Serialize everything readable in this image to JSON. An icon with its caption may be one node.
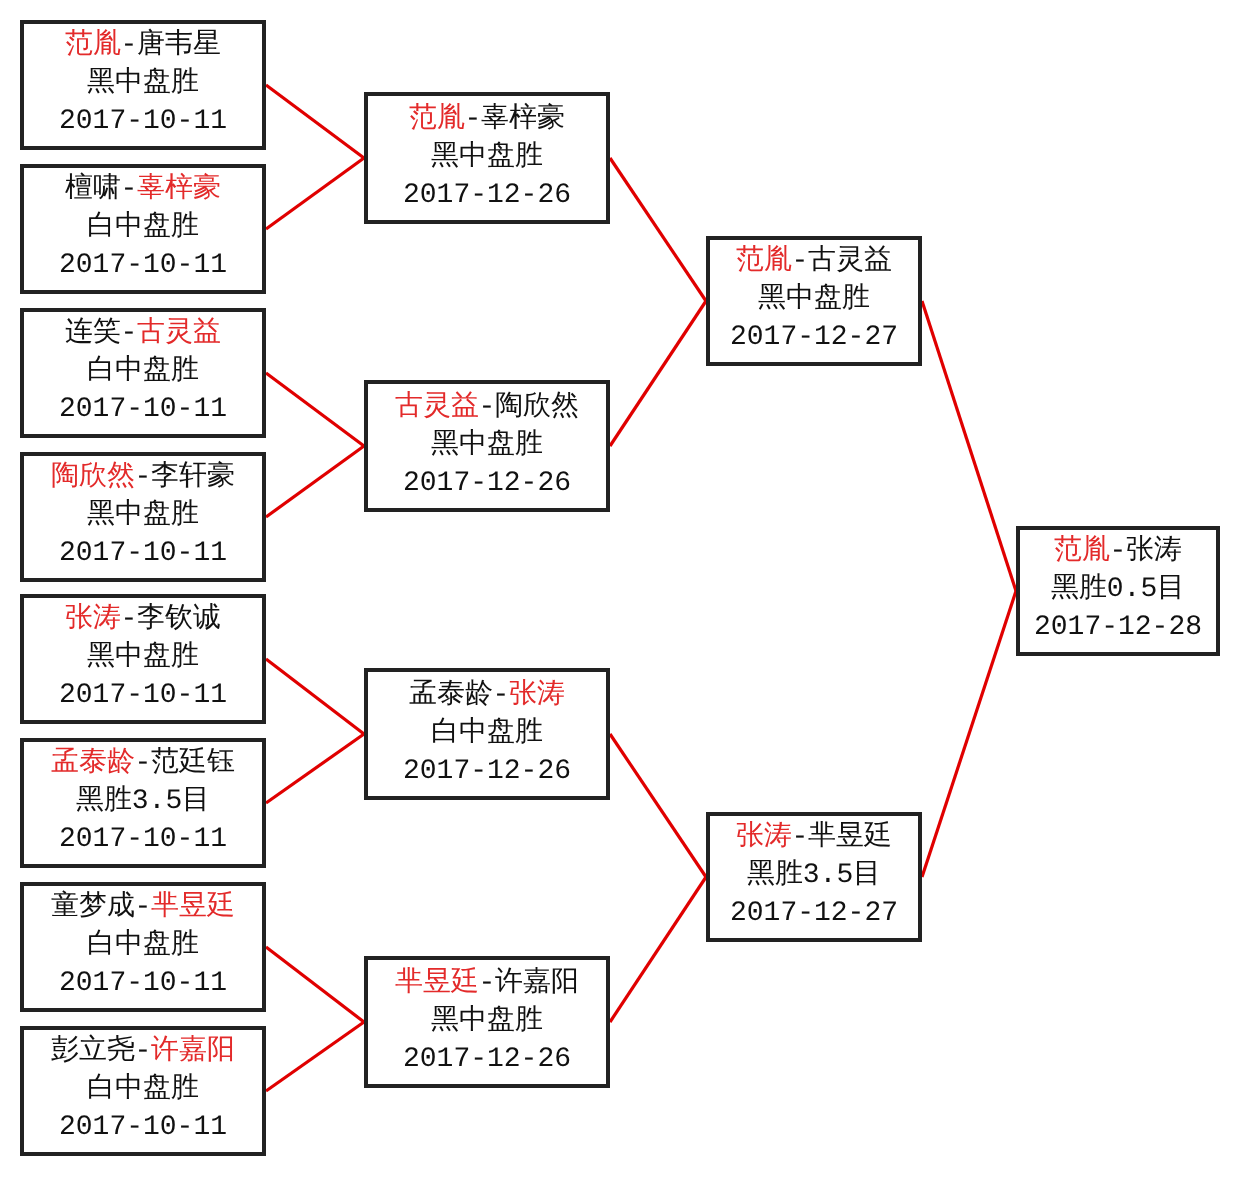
{
  "diagram": {
    "nodes": [
      {
        "text": [
          "*范胤*-唐韦星",
          "黑中盘胜",
          "2017-10-11"
        ]
      },
      {
        "text": [
          "檀啸-*辜梓豪*",
          "白中盘胜",
          "2017-10-11"
        ]
      },
      {
        "text": [
          "连笑-*古灵益*",
          "白中盘胜",
          "2017-10-11"
        ]
      },
      {
        "text": [
          "*陶欣然*-李轩豪",
          "黑中盘胜",
          "2017-10-11"
        ]
      },
      {
        "text": [
          "*张涛*-李钦诚",
          "黑中盘胜",
          "2017-10-11"
        ]
      },
      {
        "text": [
          "*孟泰龄*-范廷钰",
          "黑胜3.5目",
          "2017-10-11"
        ]
      },
      {
        "text": [
          "童梦成-*芈昱廷*",
          "白中盘胜",
          "2017-10-11"
        ]
      },
      {
        "text": [
          "彭立尧-*许嘉阳*",
          "白中盘胜",
          "2017-10-11"
        ]
      },
      {
        "text": [
          "*范胤*-辜梓豪",
          "黑中盘胜",
          "2017-12-26"
        ]
      },
      {
        "text": [
          "*古灵益*-陶欣然",
          "黑中盘胜",
          "2017-12-26"
        ]
      },
      {
        "text": [
          "孟泰龄-*张涛*",
          "白中盘胜",
          "2017-12-26"
        ]
      },
      {
        "text": [
          "*芈昱廷*-许嘉阳",
          "黑中盘胜",
          "2017-12-26"
        ]
      },
      {
        "text": [
          "*范胤*-古灵益",
          "黑中盘胜",
          "2017-12-27"
        ]
      },
      {
        "text": [
          "*张涛*-芈昱廷",
          "黑胜3.5目",
          "2017-12-27"
        ]
      },
      {
        "text": [
          "*范胤*-张涛",
          "黑胜0.5目",
          "2017-12-28"
        ]
      }
    ],
    "edges": [
      {
        "from": 0,
        "to": 8,
        "arrow": "none"
      },
      {
        "from": 1,
        "to": 8,
        "arrow": "none"
      },
      {
        "from": 2,
        "to": 9,
        "arrow": "none"
      },
      {
        "from": 3,
        "to": 9,
        "arrow": "none"
      },
      {
        "from": 4,
        "to": 10,
        "arrow": "none"
      },
      {
        "from": 5,
        "to": 10,
        "arrow": "none"
      },
      {
        "from": 6,
        "to": 11,
        "arrow": "none"
      },
      {
        "from": 7,
        "to": 11,
        "arrow": "none"
      },
      {
        "from": 8,
        "to": 12,
        "arrow": "none"
      },
      {
        "from": 9,
        "to": 12,
        "arrow": "none"
      },
      {
        "from": 10,
        "to": 13,
        "arrow": "none"
      },
      {
        "from": 11,
        "to": 13,
        "arrow": "none"
      },
      {
        "from": 12,
        "to": 14,
        "arrow": "none"
      },
      {
        "from": 13,
        "to": 14,
        "arrow": "none"
      }
    ]
  }
}
